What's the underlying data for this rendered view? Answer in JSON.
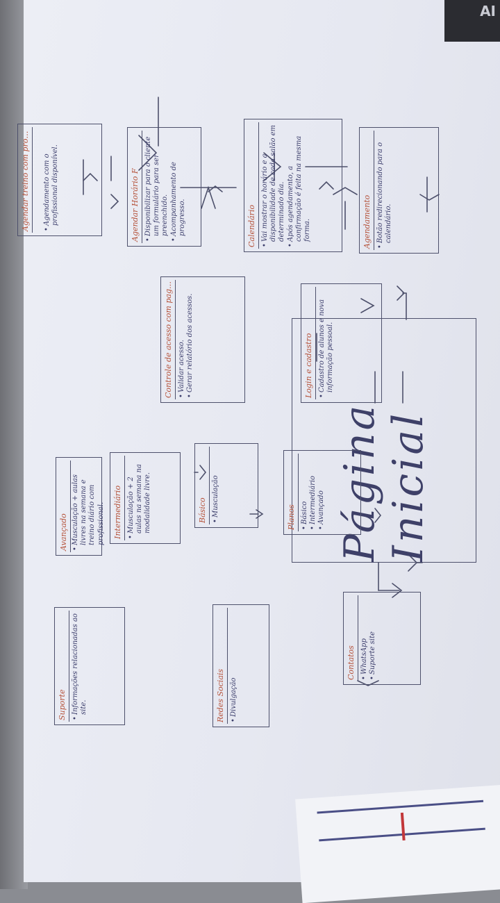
{
  "title": "Página Inicial",
  "cards": {
    "agendamento": {
      "header": "Agendamento",
      "items": [
        "Botão redirecionando para o calendário."
      ]
    },
    "calendario": {
      "header": "Calendário",
      "items": [
        "Vai mostrar o horário e a disponibilidade de cada salão em determinado dia.",
        "Após agendamento, a confirmação é feita na mesma forma."
      ]
    },
    "agendar_horario": {
      "header": "Agendar Horário F",
      "items": [
        "Disponibilizar para o cliente um formulário para ser preenchido.",
        "Acompanhamento de progresso."
      ]
    },
    "agendar_com_profissional": {
      "header": "Agendar treino com profissional",
      "items": [
        "Agendamento com o profissional disponível."
      ]
    },
    "login_cadastro": {
      "header": "Login e cadastro",
      "items": [
        "Cadastro de alunos e nova informação pessoal."
      ]
    },
    "controle_acesso": {
      "header": "Controle de acesso com pagamento",
      "items": [
        "Validar acesso.",
        "Gerar relatório dos acessos."
      ]
    },
    "planos": {
      "header": "Planos",
      "items": [
        "Básico",
        "Intermediário",
        "Avançado"
      ]
    },
    "basico": {
      "header": "Básico",
      "items": [
        "Musculação"
      ]
    },
    "intermediario": {
      "header": "Intermediário",
      "items": [
        "Musculação + 2 aulas na semana na modalidade livre."
      ]
    },
    "avancado": {
      "header": "Avançado",
      "items": [
        "Musculação + aulas livres na semana e treino diário com profissional."
      ]
    },
    "contatos": {
      "header": "Contatos",
      "items": [
        "WhatsApp",
        "Suporte site"
      ]
    },
    "redes_sociais": {
      "header": "Redes Sociais",
      "items": [
        "Divulgação"
      ]
    },
    "suporte": {
      "header": "Suporte",
      "items": [
        "Informações relacionadas ao site."
      ]
    }
  },
  "colors": {
    "ink": "#3b3d6b",
    "header_ink": "#b5523a",
    "paper": "#e8eaf2"
  }
}
